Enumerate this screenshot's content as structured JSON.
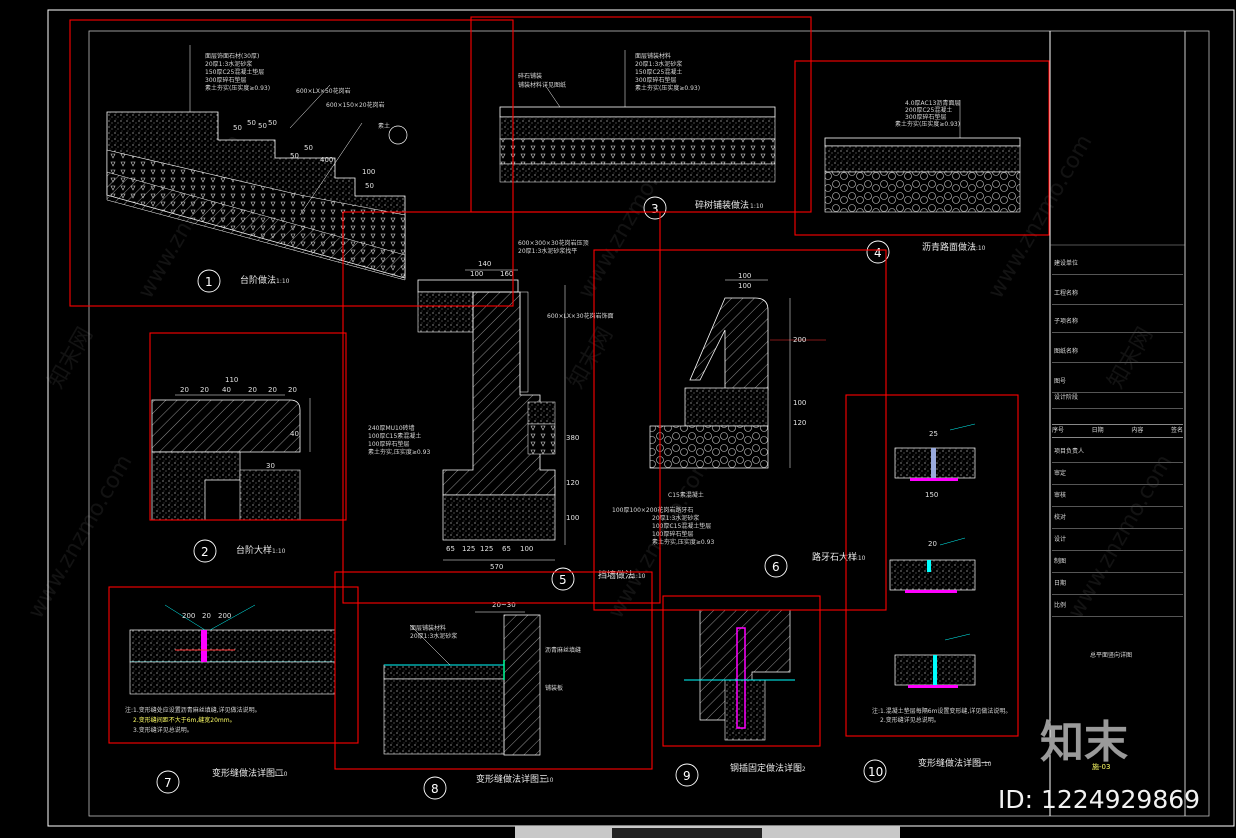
{
  "details": [
    {
      "id": "detail-1",
      "number": "1",
      "title": "台阶做法",
      "scale": "1:10"
    },
    {
      "id": "detail-2",
      "number": "2",
      "title": "台阶大样",
      "scale": "1:10"
    },
    {
      "id": "detail-3",
      "number": "3",
      "title": "碎树铺装做法",
      "scale": "1:10"
    },
    {
      "id": "detail-4",
      "number": "4",
      "title": "沥青路面做法",
      "scale": "1:10"
    },
    {
      "id": "detail-5",
      "number": "5",
      "title": "挡墙做法",
      "scale": "1:10"
    },
    {
      "id": "detail-6",
      "number": "6",
      "title": "路牙石大样",
      "scale": "1:10"
    },
    {
      "id": "detail-7",
      "number": "7",
      "title": "变形缝做法详图二",
      "scale": "1:10"
    },
    {
      "id": "detail-8",
      "number": "8",
      "title": "变形缝做法详图三",
      "scale": "1:10"
    },
    {
      "id": "detail-9",
      "number": "9",
      "title": "钢插固定做法详图",
      "scale": "1:2"
    },
    {
      "id": "detail-10",
      "number": "10",
      "title": "变形缝做法详图一",
      "scale": "1:10"
    }
  ],
  "dimensions": {
    "d1": [
      "50",
      "50",
      "50",
      "50",
      "50",
      "50",
      "400",
      "100",
      "50"
    ],
    "d2": [
      "20",
      "20",
      "40",
      "20",
      "20",
      "20",
      "110",
      "30",
      "40"
    ],
    "d5": [
      "140",
      "160",
      "100",
      "65",
      "125",
      "125",
      "65",
      "100",
      "570",
      "380",
      "120",
      "100"
    ],
    "d6": [
      "100",
      "100",
      "200",
      "100",
      "120"
    ],
    "d7": [
      "200",
      "20",
      "200"
    ],
    "d8": [
      "20~30"
    ],
    "d10": [
      "25",
      "20",
      "150"
    ]
  },
  "notes": {
    "n1": [
      "面层饰面石材(30厚)",
      "20厚1:3水泥砂浆",
      "150厚C25混凝土垫层",
      "300厚碎石垫层",
      "素土夯实(压实度≥0.93)"
    ],
    "n1b": [
      "600×LX×50花岗岩",
      "600×150×20花岗岩",
      "素土"
    ],
    "n3": [
      "面层铺装材料",
      "20厚1:3水泥砂浆",
      "150厚C25混凝土",
      "300厚碎石垫层",
      "素土夯实(压实度≥0.93)"
    ],
    "n3b": [
      "碎石铺装",
      "铺装材料详见图纸"
    ],
    "n4": [
      "4.0厚AC13沥青面层",
      "200厚C25混凝土",
      "300厚碎石垫层",
      "素土夯实(压实度≥0.93)"
    ],
    "n5": [
      "600×300×30花岗岩压顶",
      "20厚1:3水泥砂浆找平",
      "600×LX×30花岗岩饰面",
      "240厚MU10砖墙",
      "100厚C15素混凝土",
      "100厚碎石垫层",
      "素土夯实,压实度≥0.93"
    ],
    "n6": [
      "C15素混凝土",
      "100厚100×200花岗岩路牙石",
      "20厚1:3水泥砂浆",
      "100厚C15混凝土垫层",
      "100厚碎石垫层",
      "素土夯实,压实度≥0.93"
    ],
    "n7": [
      "注:1.变形缝处应设置沥青麻丝填缝,详见做法说明。",
      "2.变形缝间距不大于6m,缝宽20mm。",
      "3.变形缝详见总说明。"
    ],
    "n8": [
      "面层铺装材料",
      "20厚1:3水泥砂浆",
      "沥青麻丝填缝",
      "铺装板"
    ],
    "n10": [
      "注:1.混凝土垫层每隔6m设置变形缝,详见做法说明。",
      "2.变形缝详见总说明。"
    ]
  },
  "title_block": {
    "rows": [
      "建设单位",
      "工程名称",
      "子项名称",
      "图纸名称",
      "图号",
      "设计阶段",
      "项目负责人",
      "审定",
      "审核",
      "校对",
      "设计",
      "制图",
      "日期",
      "比例"
    ],
    "col_headers": [
      "序号",
      "日期",
      "内容",
      "签名"
    ],
    "sheet_name": "总平面竖向详图",
    "sheet_no": "施-03"
  },
  "brand": {
    "logo_text": "知末",
    "id_text": "ID: 1224929869",
    "watermark": "www.znzmo.com",
    "watermark_cn": "知末网"
  },
  "colors": {
    "background": "#000000",
    "highlight_box": "#ff0000",
    "leader": "#00ffff",
    "accent": "#ff00ff",
    "line": "#ffffff"
  }
}
